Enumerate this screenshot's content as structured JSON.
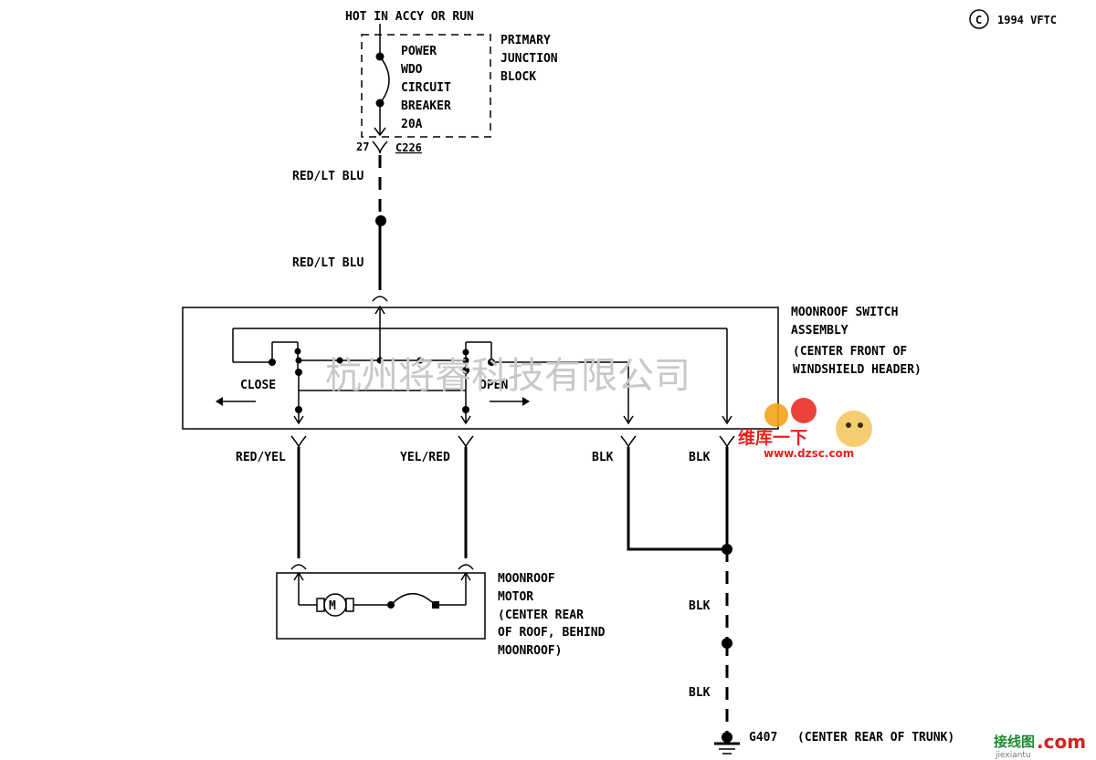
{
  "labels": {
    "supply": "HOT IN ACCY OR RUN",
    "copyright_symbol": "C",
    "copyright": "1994 VFTC",
    "cb_line1": "POWER",
    "cb_line2": "WDO",
    "cb_line3": "CIRCUIT",
    "cb_line4": "BREAKER",
    "cb_line5": "20A",
    "pjb_line1": "PRIMARY",
    "pjb_line2": "JUNCTION",
    "pjb_line3": "BLOCK",
    "pin": "27",
    "connector": "C226",
    "wire_red_lt_blu_1": "RED/LT BLU",
    "wire_red_lt_blu_2": "RED/LT BLU",
    "switch_line1": "MOONROOF SWITCH",
    "switch_line2": "ASSEMBLY",
    "switch_line3": "(CENTER FRONT OF",
    "switch_line4": "WINDSHIELD HEADER)",
    "close": "CLOSE",
    "open": "OPEN",
    "wire_red_yel": "RED/YEL",
    "wire_yel_red": "YEL/RED",
    "wire_blk_1": "BLK",
    "wire_blk_2": "BLK",
    "wire_blk_3": "BLK",
    "wire_blk_4": "BLK",
    "motor_symbol": "M",
    "motor_line1": "MOONROOF",
    "motor_line2": "MOTOR",
    "motor_line3": "(CENTER REAR",
    "motor_line4": "OF ROOF, BEHIND",
    "motor_line5": "MOONROOF)",
    "ground": "G407",
    "ground_location": "(CENTER REAR OF TRUNK)"
  },
  "watermarks": {
    "company": "杭州将睿科技有限公司",
    "badge_line1": "维库一下",
    "badge_url": "www.dzsc.com",
    "corner_cn": "接线图",
    "corner_com": ".com",
    "corner_sub": "jiexiantu"
  },
  "colors": {
    "line": "#000000",
    "watermark_grey": "#c8c8c8",
    "badge_red": "#e8211a",
    "badge_orange": "#f5a21b",
    "corner_green": "#1e8a2e",
    "corner_red": "#d42020"
  }
}
